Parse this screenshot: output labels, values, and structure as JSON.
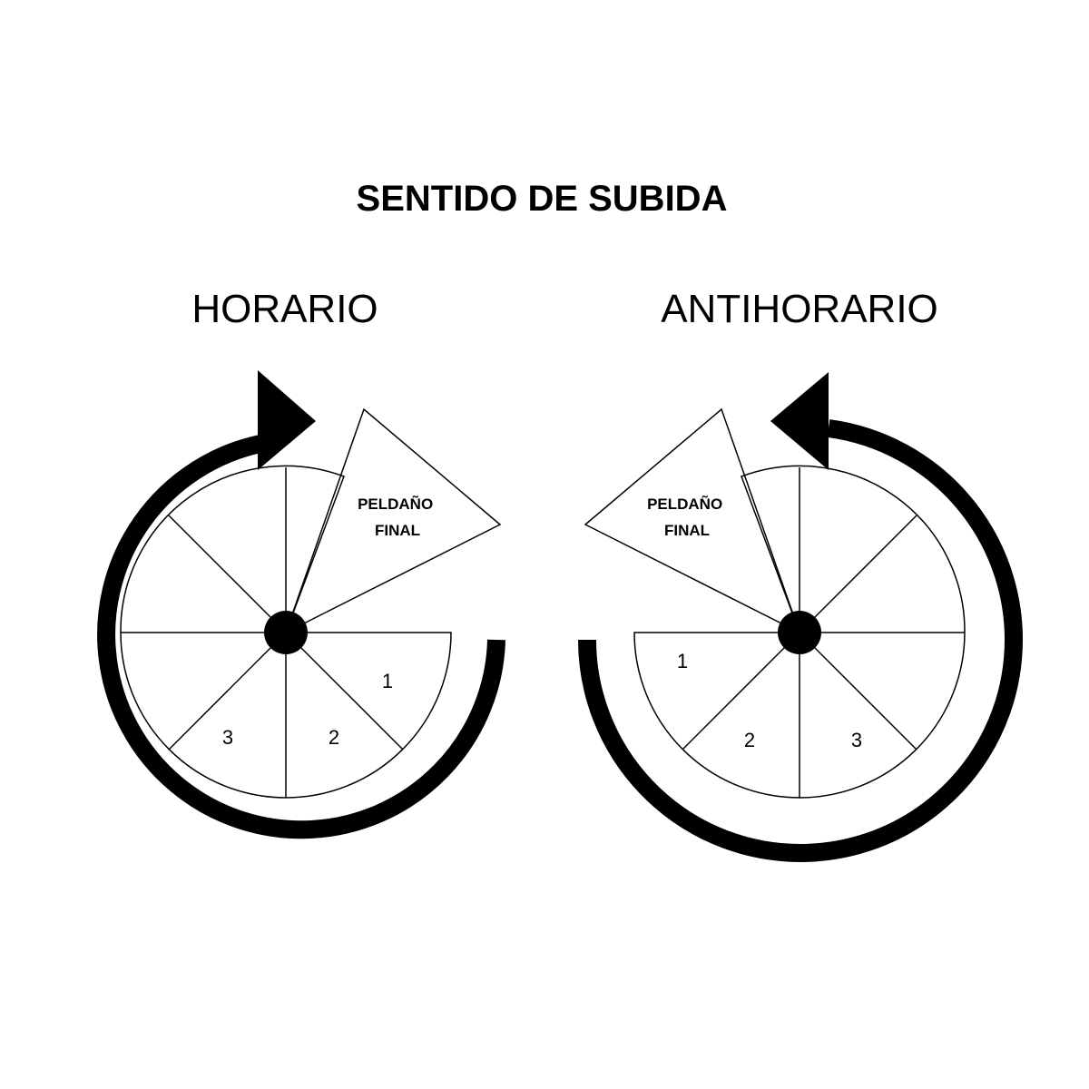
{
  "title": "SENTIDO DE SUBIDA",
  "diagrams": [
    {
      "label": "HORARIO",
      "final_step_label": [
        "PELDAÑO",
        "FINAL"
      ],
      "step_numbers": [
        "1",
        "2",
        "3"
      ]
    },
    {
      "label": "ANTIHORARIO",
      "final_step_label": [
        "PELDAÑO",
        "FINAL"
      ],
      "step_numbers": [
        "1",
        "2",
        "3"
      ]
    }
  ],
  "colors": {
    "ink": "#000000",
    "background": "#ffffff"
  }
}
